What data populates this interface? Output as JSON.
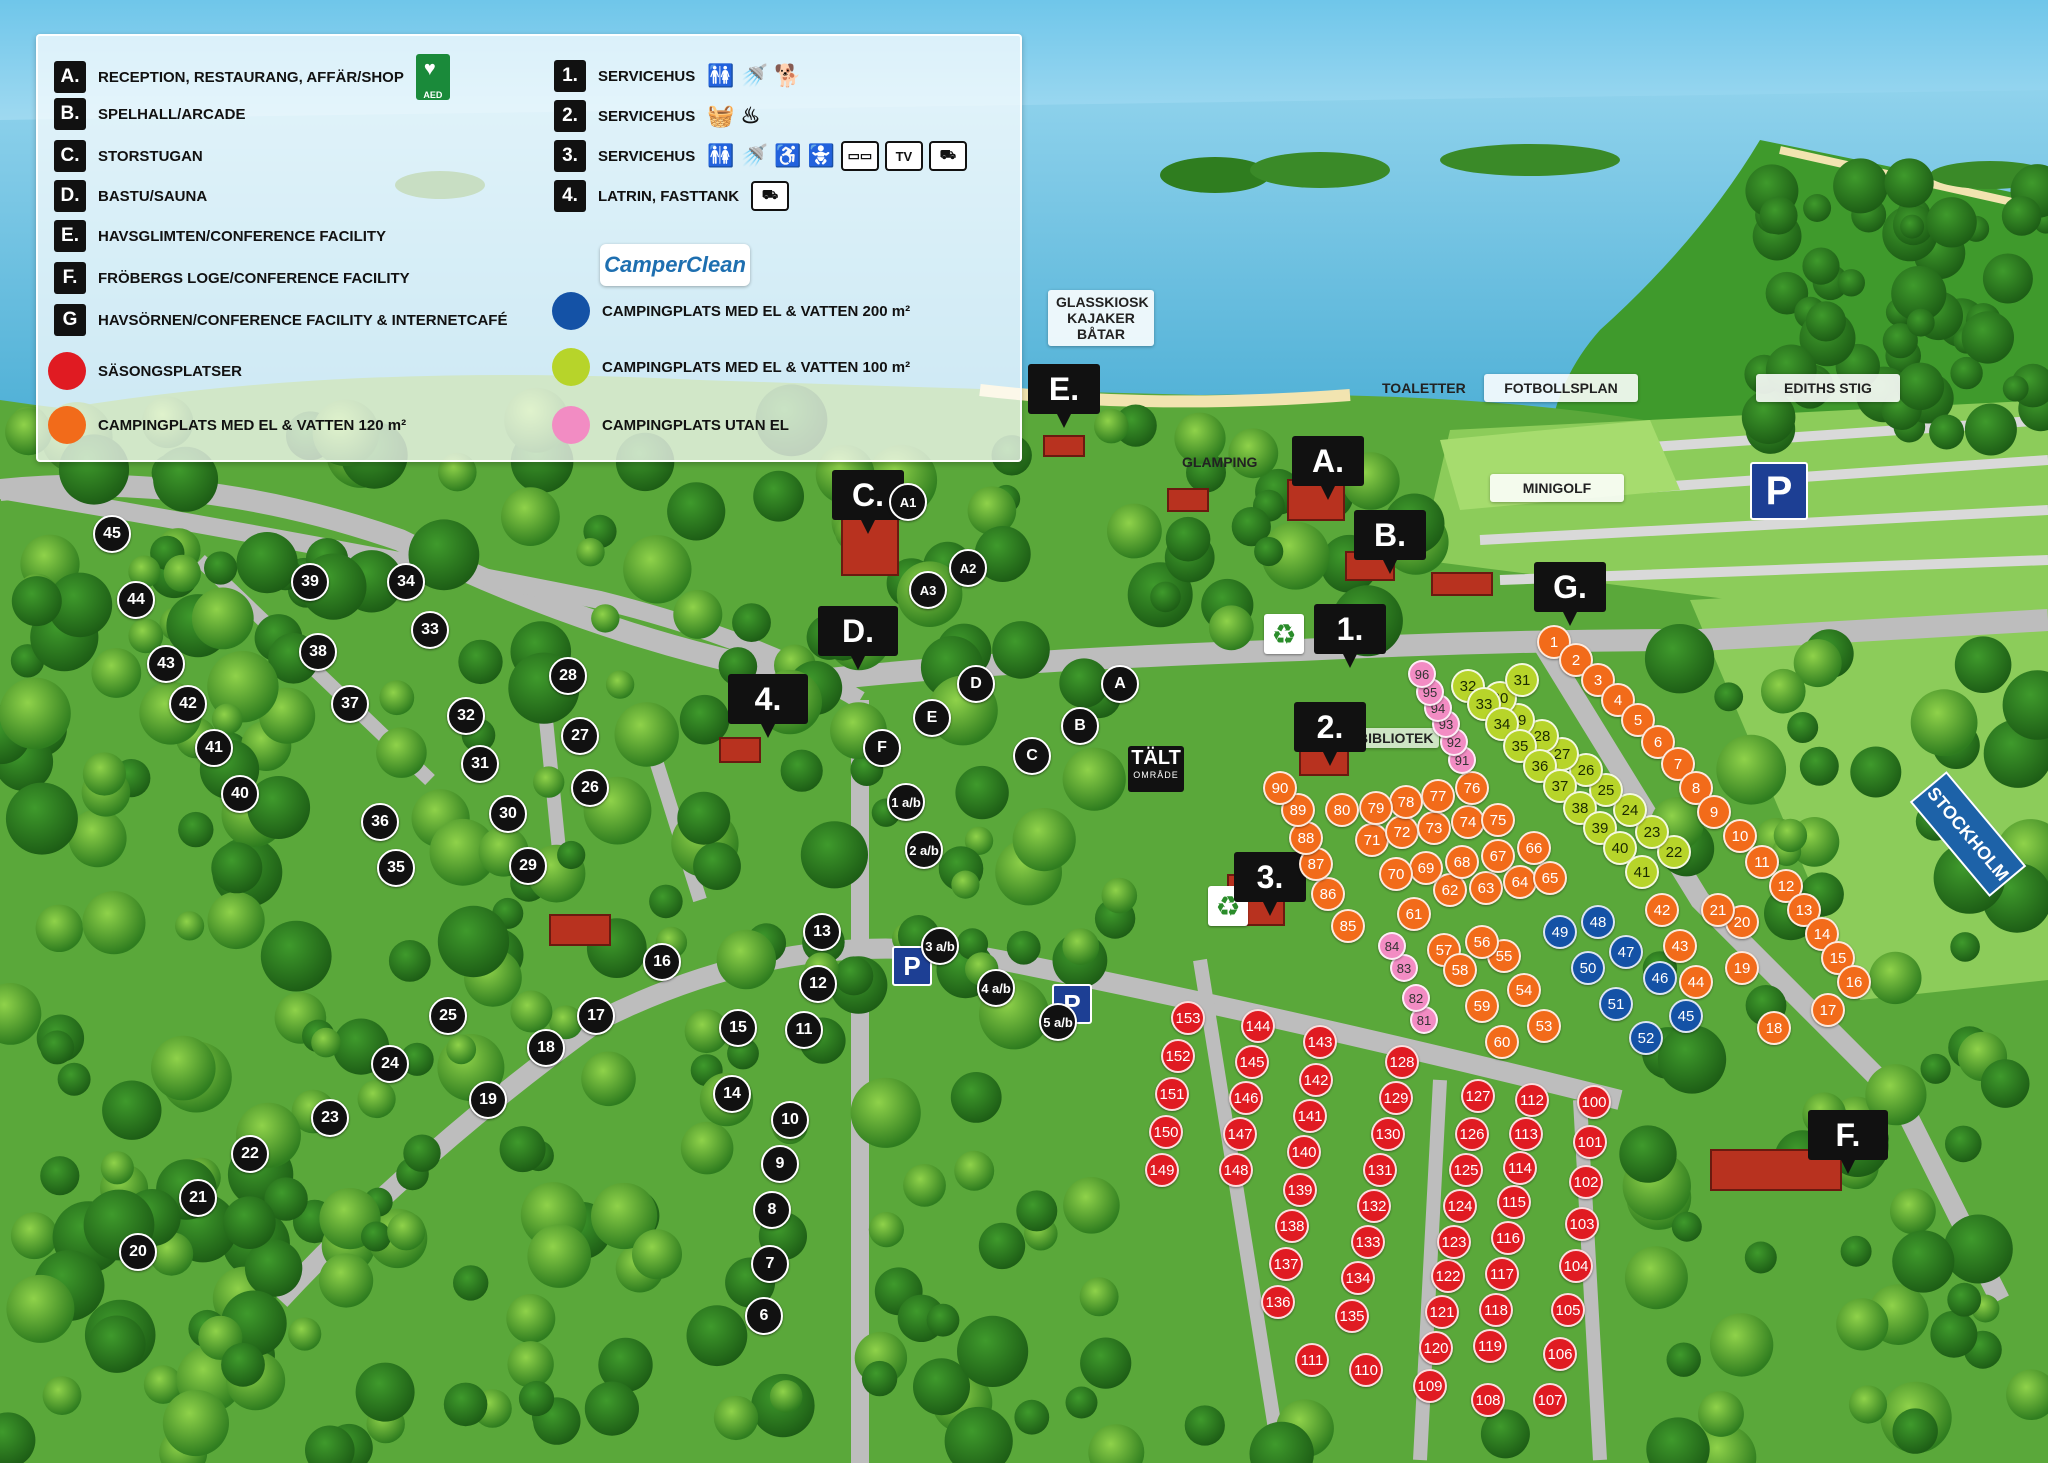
{
  "legend": {
    "letters": [
      {
        "key": "A.",
        "text": "RECEPTION, RESTAURANG, AFFÄR/SHOP",
        "aed": "AED"
      },
      {
        "key": "B.",
        "text": "SPELHALL/ARCADE"
      },
      {
        "key": "C.",
        "text": "STORSTUGAN"
      },
      {
        "key": "D.",
        "text": "BASTU/SAUNA"
      },
      {
        "key": "E.",
        "text": "HAVSGLIMTEN/CONFERENCE FACILITY"
      },
      {
        "key": "F.",
        "text": "FRÖBERGS LOGE/CONFERENCE FACILITY"
      },
      {
        "key": "G",
        "text": "HAVSÖRNEN/CONFERENCE FACILITY & INTERNETCAFÉ"
      }
    ],
    "numbers": [
      {
        "key": "1.",
        "text": "SERVICEHUS"
      },
      {
        "key": "2.",
        "text": "SERVICEHUS"
      },
      {
        "key": "3.",
        "text": "SERVICEHUS",
        "tv": "TV"
      },
      {
        "key": "4.",
        "text": "LATRIN, FASTTANK"
      }
    ],
    "camperclean": "CamperClean",
    "colors": [
      {
        "name": "SÄSONGSPLATSER",
        "color": "#e01b22"
      },
      {
        "name": "CAMPINGPLATS MED EL & VATTEN 120 m²",
        "color": "#f26b1a"
      },
      {
        "name": "CAMPINGPLATS MED EL  & VATTEN 200 m²",
        "color": "#1452a6"
      },
      {
        "name": "CAMPINGPLATS MED EL  & VATTEN 100 m²",
        "color": "#b7d42a"
      },
      {
        "name": "CAMPINGPLATS UTAN EL",
        "color": "#f28cc3"
      }
    ]
  },
  "tags": {
    "glasskiosk": [
      "GLASSKIOSK",
      "KAJAKER",
      "BÅTAR"
    ],
    "toaletter": "TOALETTER",
    "fotbollsplan": "FOTBOLLSPLAN",
    "ediths_stig": "EDITHS STIG",
    "glamping": "GLAMPING",
    "minigolf": "MINIGOLF",
    "bibliotek": "BIBLIOTEK",
    "stockholm": "STOCKHOLM",
    "talt": "TÄLT",
    "talt_sub": "OMRÅDE",
    "parking": "P"
  },
  "buildings": [
    "A.",
    "B.",
    "C.",
    "D.",
    "E.",
    "F.",
    "G.",
    "1.",
    "2.",
    "3.",
    "4."
  ],
  "small_buildings": [
    "A",
    "B",
    "C",
    "D",
    "E",
    "F",
    "A1",
    "A2",
    "A3"
  ],
  "cabins": [
    "1 a/b",
    "2 a/b",
    "3 a/b",
    "4 a/b",
    "5 a/b",
    "6",
    "7",
    "8",
    "9",
    "10",
    "11",
    "12",
    "13",
    "14",
    "15",
    "16",
    "17",
    "18",
    "19",
    "20",
    "21",
    "22",
    "23",
    "24",
    "25",
    "26",
    "27",
    "28",
    "29",
    "30",
    "31",
    "32",
    "33",
    "34",
    "35",
    "36",
    "37",
    "38",
    "39",
    "40",
    "41",
    "42",
    "43",
    "44",
    "45"
  ],
  "sites": {
    "red": [
      "100",
      "101",
      "102",
      "103",
      "104",
      "105",
      "106",
      "107",
      "108",
      "109",
      "110",
      "111",
      "112",
      "113",
      "114",
      "115",
      "116",
      "117",
      "118",
      "119",
      "120",
      "121",
      "122",
      "123",
      "124",
      "125",
      "126",
      "127",
      "128",
      "129",
      "130",
      "131",
      "132",
      "133",
      "134",
      "135",
      "136",
      "137",
      "138",
      "139",
      "140",
      "141",
      "142",
      "143",
      "144",
      "145",
      "146",
      "147",
      "148",
      "149",
      "150",
      "151",
      "152",
      "153"
    ],
    "orange": [
      "1",
      "2",
      "3",
      "4",
      "5",
      "6",
      "7",
      "8",
      "9",
      "10",
      "11",
      "12",
      "13",
      "14",
      "15",
      "16",
      "17",
      "18",
      "19",
      "20",
      "21",
      "42",
      "43",
      "44",
      "53",
      "54",
      "55",
      "56",
      "57",
      "58",
      "59",
      "60",
      "61",
      "62",
      "63",
      "64",
      "65",
      "66",
      "67",
      "68",
      "69",
      "70",
      "71",
      "72",
      "73",
      "74",
      "75",
      "76",
      "77",
      "78",
      "79",
      "80",
      "85",
      "86",
      "87",
      "88",
      "89",
      "90"
    ],
    "lime": [
      "22",
      "23",
      "24",
      "25",
      "26",
      "27",
      "28",
      "29",
      "30",
      "31",
      "32",
      "33",
      "34",
      "35",
      "36",
      "37",
      "38",
      "39",
      "40",
      "41"
    ],
    "blue": [
      "45",
      "46",
      "47",
      "48",
      "49",
      "50",
      "51",
      "52"
    ],
    "pink": [
      "81",
      "82",
      "83",
      "84",
      "91",
      "92",
      "93",
      "94",
      "95",
      "96"
    ]
  }
}
